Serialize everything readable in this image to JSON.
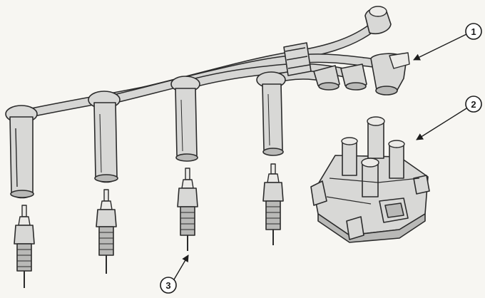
{
  "callouts": [
    {
      "id": "1",
      "text": "1",
      "target": "ignition-lead-boot"
    },
    {
      "id": "2",
      "text": "2",
      "target": "ignition-coil-pack"
    },
    {
      "id": "3",
      "text": "3",
      "target": "spark-plug"
    }
  ]
}
